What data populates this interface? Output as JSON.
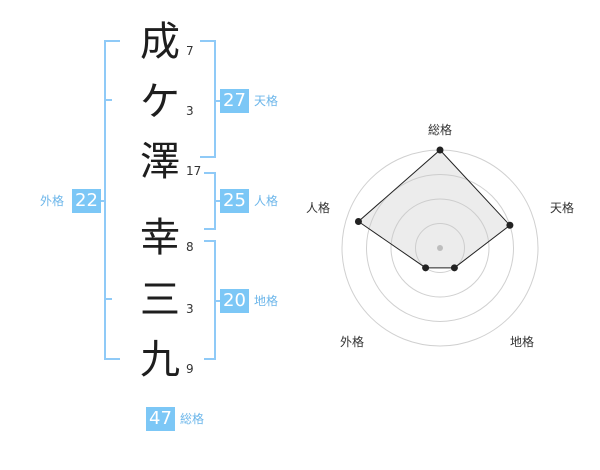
{
  "name_chars": [
    {
      "char": "成",
      "strokes": "7"
    },
    {
      "char": "ケ",
      "strokes": "3"
    },
    {
      "char": "澤",
      "strokes": "17"
    },
    {
      "char": "幸",
      "strokes": "8"
    },
    {
      "char": "三",
      "strokes": "3"
    },
    {
      "char": "九",
      "strokes": "9"
    }
  ],
  "fortune": {
    "tenkaku": {
      "value": "27",
      "label": "天格"
    },
    "jinkaku": {
      "value": "25",
      "label": "人格"
    },
    "chikaku": {
      "value": "20",
      "label": "地格"
    },
    "gaikaku": {
      "value": "22",
      "label": "外格"
    },
    "soukaku": {
      "value": "47",
      "label": "総格"
    }
  },
  "colors": {
    "accent": "#7cc7f6",
    "bracket": "#8fcaf7",
    "radar_fill": "#eeeeee",
    "radar_line": "#222222"
  },
  "chart_data": {
    "type": "radar",
    "axes": [
      "総格",
      "天格",
      "地格",
      "外格",
      "人格"
    ],
    "values": [
      4,
      3,
      1,
      1,
      3.5
    ],
    "max": 4,
    "rings": 4
  }
}
